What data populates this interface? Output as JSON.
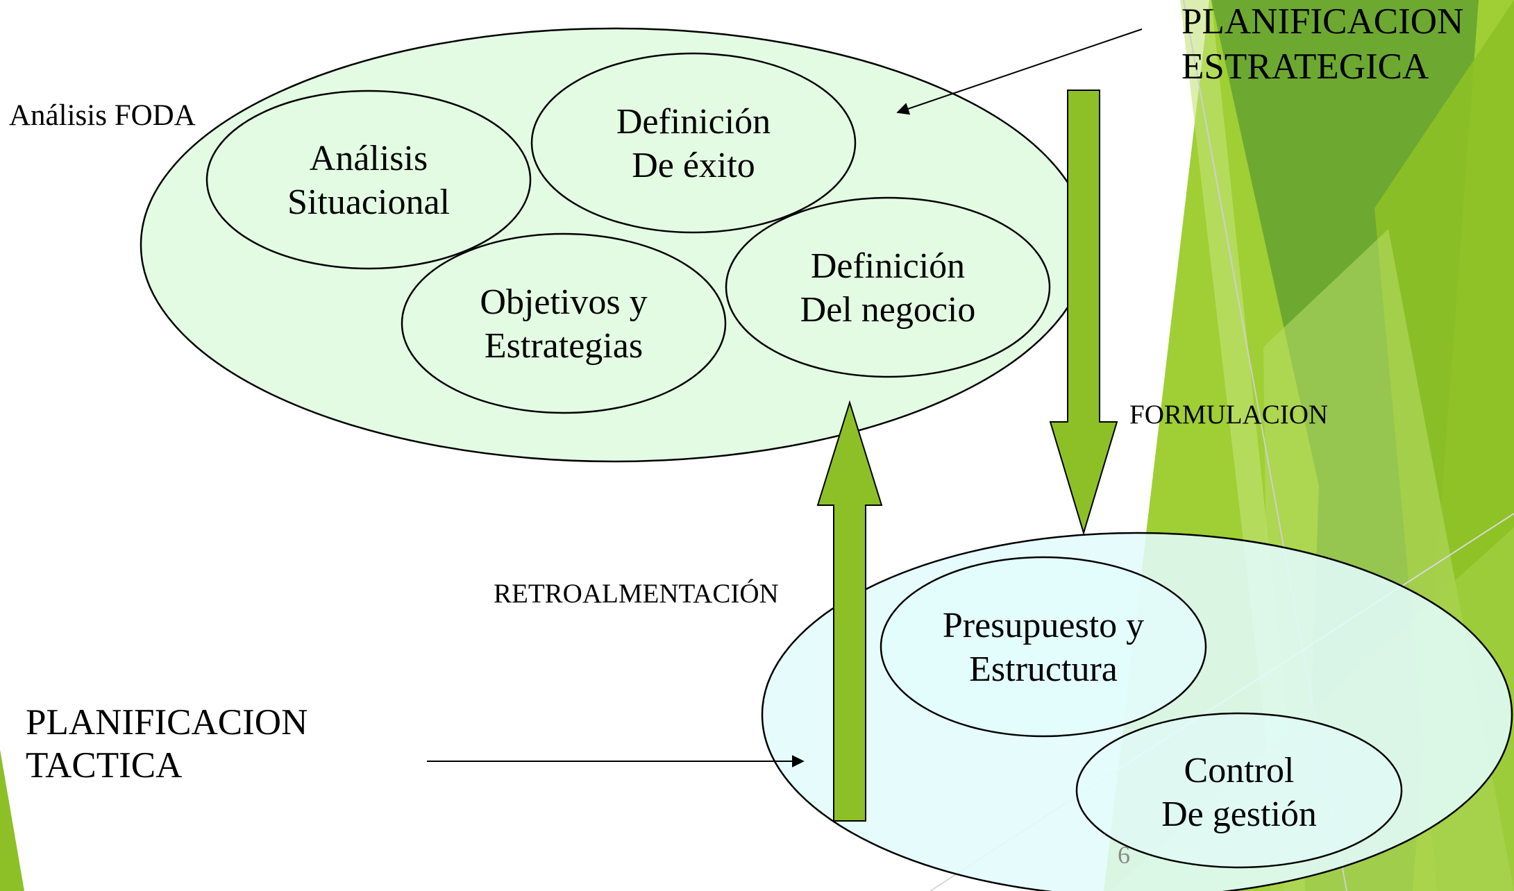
{
  "diagram": {
    "strategic_title": {
      "line1": "PLANIFICACION",
      "line2": "ESTRATEGICA"
    },
    "tactical_title": {
      "line1": "PLANIFICACION",
      "line2": "TACTICA"
    },
    "foda_label": "Análisis FODA",
    "formulation_label": "FORMULACION",
    "feedback_label": "RETROALMENTACIÓN",
    "nodes": {
      "situational": {
        "line1": "Análisis",
        "line2": "Situacional"
      },
      "success": {
        "line1": "Definición",
        "line2": "De éxito"
      },
      "objectives": {
        "line1": "Objetivos y",
        "line2": "Estrategias"
      },
      "business": {
        "line1": "Definición",
        "line2": "Del negocio"
      },
      "budget": {
        "line1": "Presupuesto y",
        "line2": "Estructura"
      },
      "control": {
        "line1": "Control",
        "line2": "De gestión"
      }
    },
    "page_number": "6",
    "colors": {
      "strategic_fill": "#e3fbe3",
      "tactical_fill": "#e3fcfc",
      "arrow_fill": "#8dc026",
      "accent_light": "#9fcf34",
      "accent_dark": "#5e9631"
    }
  }
}
